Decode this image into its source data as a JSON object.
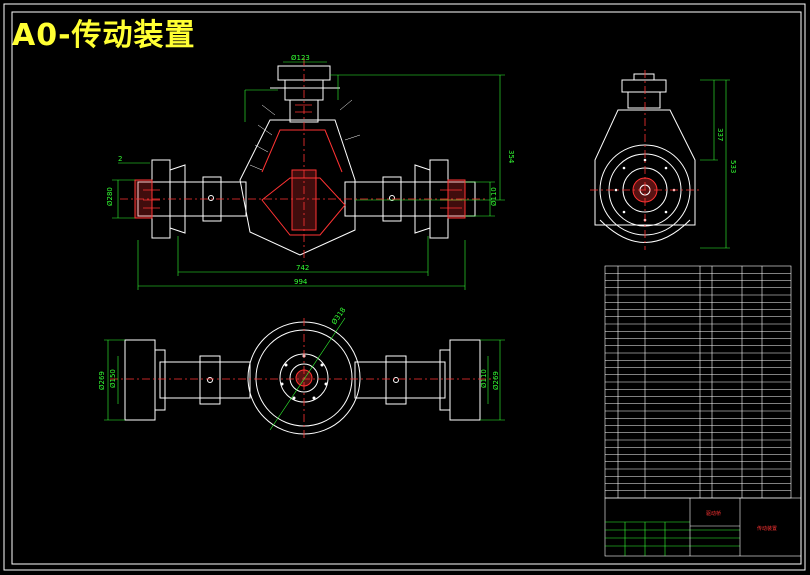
{
  "title": "A0-传动装置",
  "colors": {
    "background": "#000000",
    "outline": "#ffffff",
    "dimension": "#33ff33",
    "centerline": "#ff3333",
    "hidden": "#33ffff",
    "title_text": "#ffff33"
  },
  "dimensions": {
    "top_flange_dia": "Ø123",
    "overall_height": "354",
    "overall_width": "994",
    "hub_span": "742",
    "left_dia": "Ø280",
    "right_dia": "Ø110",
    "shoulder": "2",
    "side_height_1": "337",
    "side_height_2": "533",
    "case_dia": "Ø318",
    "bottom_left_dia_1": "Ø269",
    "bottom_left_dia_2": "Ø150",
    "bottom_right_dia_1": "Ø269",
    "bottom_right_dia_2": "Ø110"
  },
  "title_block": {
    "drawing_name": "驱动桥",
    "label_red_2": "传动装置"
  }
}
